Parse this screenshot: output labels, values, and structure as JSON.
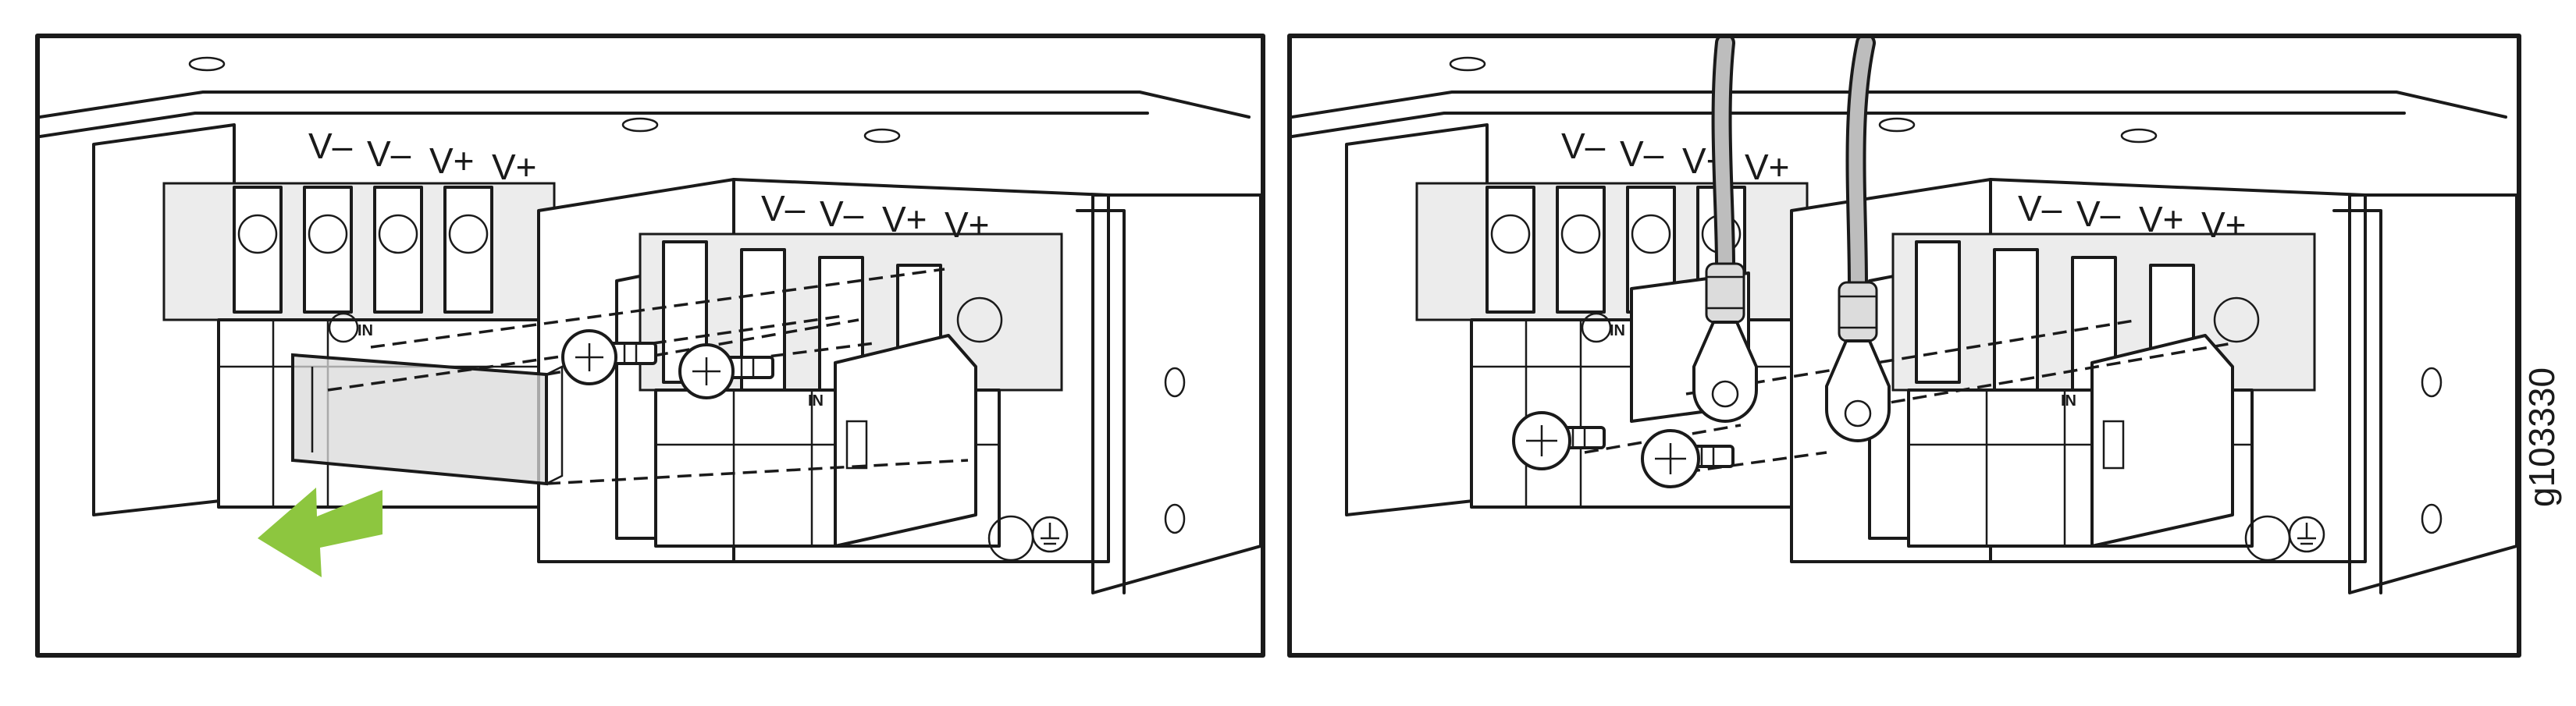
{
  "figure_id": "g103330",
  "panel_left": {
    "rear_block_labels": [
      "V–",
      "V–",
      "V+",
      "V+"
    ],
    "front_block_labels": [
      "V–",
      "V–",
      "V+",
      "V+"
    ],
    "input_marks": [
      "IN",
      "IN"
    ],
    "arrow_color": "#8dc63f",
    "cover_color": "#d9d9d9",
    "icons": [
      "screw-icon",
      "ground-symbol-icon",
      "arrow-left-icon"
    ]
  },
  "panel_right": {
    "rear_block_labels": [
      "V–",
      "V–",
      "V+",
      "V+"
    ],
    "front_block_labels": [
      "V–",
      "V–",
      "V+",
      "V+"
    ],
    "input_marks": [
      "IN",
      "IN"
    ],
    "icons": [
      "ring-lug-icon",
      "screw-icon",
      "ground-symbol-icon"
    ]
  }
}
